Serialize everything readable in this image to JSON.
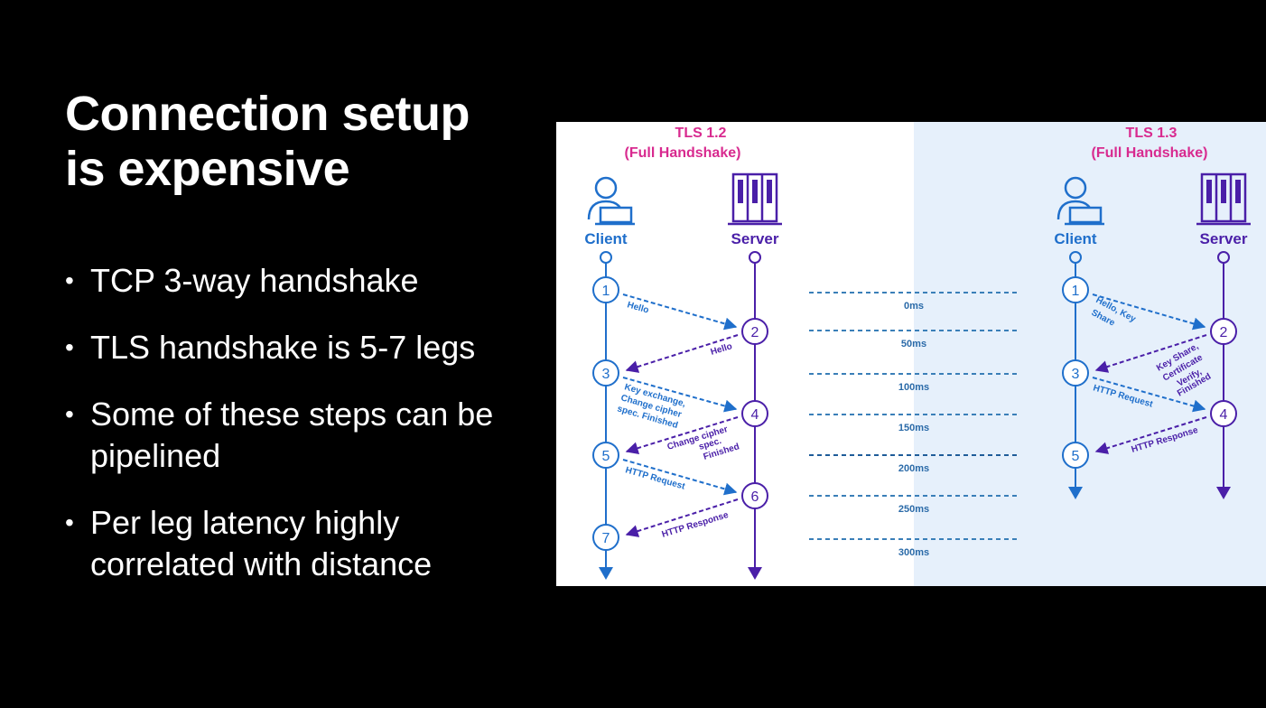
{
  "slide": {
    "title_line1": "Connection setup",
    "title_line2": "is expensive",
    "bullets": [
      "TCP 3-way handshake",
      "TLS handshake is 5-7 legs",
      "Some of these steps can be pipelined",
      "Per leg latency highly correlated with distance"
    ]
  },
  "diagram": {
    "colors": {
      "client": "#1f6fcb",
      "server": "#4a1fa8",
      "title": "#d82a8f",
      "timeline": "#3a7fb8",
      "tls13_panel": "#e6f0fb"
    },
    "tls12": {
      "title_line1": "TLS 1.2",
      "title_line2": "(Full Handshake)",
      "client_label": "Client",
      "server_label": "Server",
      "steps": [
        "1",
        "2",
        "3",
        "4",
        "5",
        "6",
        "7"
      ],
      "messages": {
        "m1": "Hello",
        "m2": "Hello",
        "m3a": "Key exchange,",
        "m3b": "Change cipher",
        "m3c": "spec. Finished",
        "m4a": "Change cipher",
        "m4b": "spec.",
        "m4c": "Finished",
        "m5": "HTTP Request",
        "m6": "HTTP Response"
      }
    },
    "tls13": {
      "title_line1": "TLS 1.3",
      "title_line2": "(Full Handshake)",
      "client_label": "Client",
      "server_label": "Server",
      "steps": [
        "1",
        "2",
        "3",
        "4",
        "5"
      ],
      "messages": {
        "m1a": "Hello, Key",
        "m1b": "Share",
        "m2a": "Key Share,",
        "m2b": "Certificate",
        "m2c": "Verify,",
        "m2d": "Finished",
        "m3": "HTTP Request",
        "m4": "HTTP Response"
      }
    },
    "timeline": [
      "0ms",
      "50ms",
      "100ms",
      "150ms",
      "200ms",
      "250ms",
      "300ms"
    ]
  }
}
